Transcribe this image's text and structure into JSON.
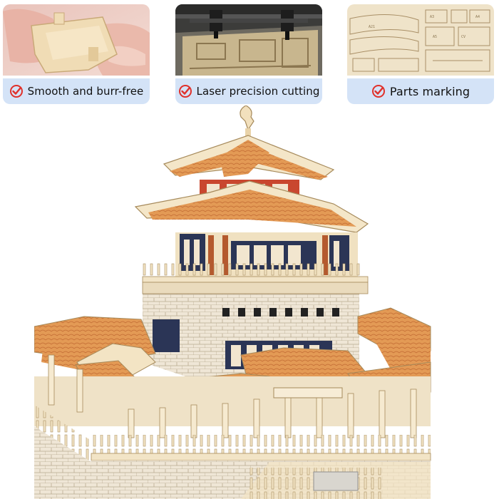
{
  "features": [
    {
      "label": "Smooth and burr-free",
      "icon": "checkmark-circle-icon",
      "thumb": "hand-holding-wood-piece"
    },
    {
      "label": "Laser precision cutting",
      "icon": "checkmark-circle-icon",
      "thumb": "laser-cutter-machine"
    },
    {
      "label": "Parts marking",
      "icon": "checkmark-circle-icon",
      "thumb": "marked-wood-parts-sheet"
    }
  ],
  "colors": {
    "caption_bg": "#d4e3f7",
    "check_red": "#e0312b",
    "roof_orange": "#e39a55",
    "wood": "#f1e2c6",
    "window_navy": "#2b3556"
  },
  "main": {
    "subject": "wooden-pagoda-model"
  }
}
